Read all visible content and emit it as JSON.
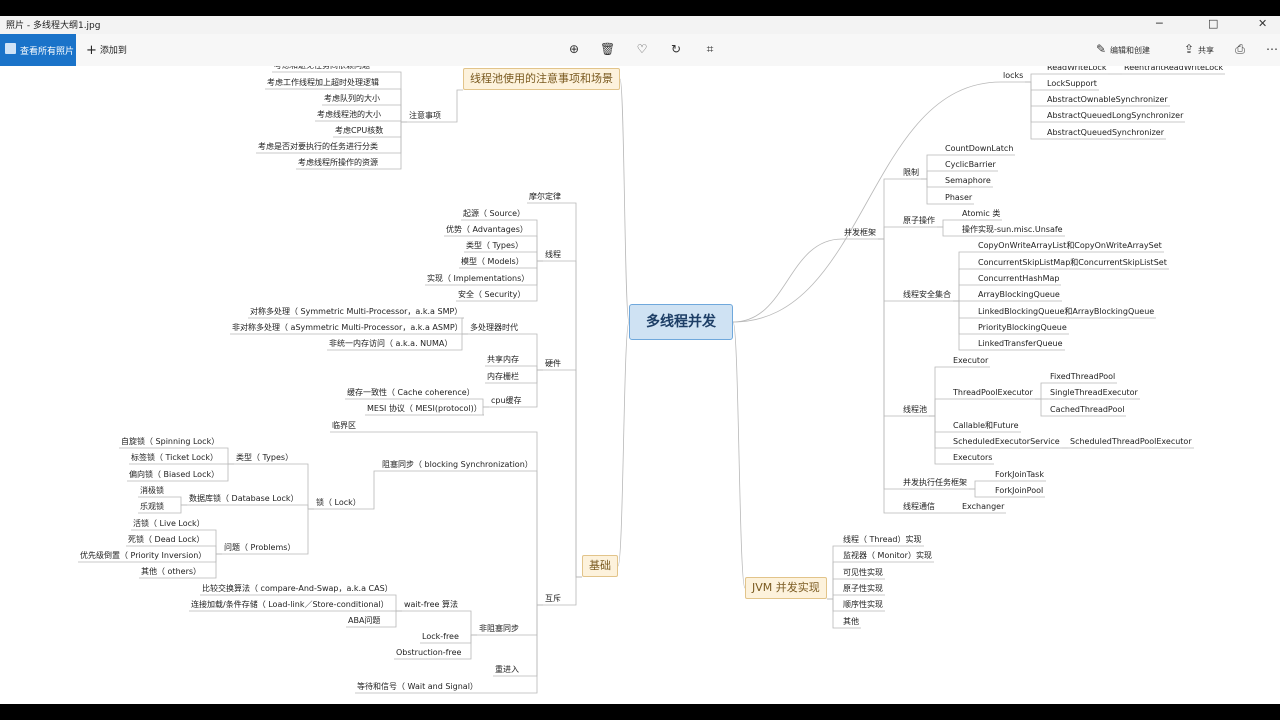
{
  "window": {
    "title": "照片 - 多线程大纲1.jpg",
    "controls": [
      "─",
      "□",
      "✕"
    ]
  },
  "toolbar": {
    "view_all_label": "查看所有照片",
    "add_label": "添加到",
    "edit_create_label": "编辑和创建",
    "share_label": "共享",
    "icons": [
      "zoom-in-icon",
      "delete-icon",
      "favorite-icon",
      "rotate-icon",
      "crop-icon",
      "edit-icon",
      "share-icon",
      "print-icon",
      "more-icon"
    ]
  },
  "mindmap": {
    "root": "多线程并发",
    "colors": {
      "root_fill": "#cfe2f3",
      "root_border": "#6fa8dc",
      "branch_fill": "#fdf2dc",
      "branch_border": "#e2c48a",
      "line": "#b8b8b8"
    },
    "nodes": [
      {
        "id": "root",
        "text": "多线程并发"
      },
      {
        "id": "pool_notes",
        "text": "线程池使用的注意事项和场景"
      },
      {
        "id": "basics",
        "text": "基础"
      },
      {
        "id": "jvm",
        "text": "JVM 并发实现"
      },
      {
        "id": "pn_top",
        "text": "考虑和避免任务间依赖问题"
      },
      {
        "id": "pn_1",
        "text": "考虑工作线程加上超时处理逻辑"
      },
      {
        "id": "pn_2",
        "text": "考虑队列的大小"
      },
      {
        "id": "pn_3",
        "text": "考虑线程池的大小"
      },
      {
        "id": "pn_4",
        "text": "考虑CPU核数"
      },
      {
        "id": "pn_5",
        "text": "考虑是否对要执行的任务进行分类"
      },
      {
        "id": "pn_6",
        "text": "考虑线程所操作的资源"
      },
      {
        "id": "pn_notes",
        "text": "注意事项"
      },
      {
        "id": "moore",
        "text": "摩尔定律"
      },
      {
        "id": "thread",
        "text": "线程"
      },
      {
        "id": "t1",
        "text": "起源（ Source）"
      },
      {
        "id": "t2",
        "text": "优势（ Advantages）"
      },
      {
        "id": "t3",
        "text": "类型（ Types）"
      },
      {
        "id": "t4",
        "text": "模型（ Models）"
      },
      {
        "id": "t5",
        "text": "实现（ Implementations）"
      },
      {
        "id": "t6",
        "text": "安全（ Security）"
      },
      {
        "id": "hw",
        "text": "硬件"
      },
      {
        "id": "mp",
        "text": "多处理器时代"
      },
      {
        "id": "smp",
        "text": "对称多处理（ Symmetric Multi-Processor，a.k.a SMP）"
      },
      {
        "id": "asmp",
        "text": "非对称多处理（ aSymmetric Multi-Processor，a.k.a ASMP）"
      },
      {
        "id": "numa",
        "text": "非统一内存访问（ a.k.a. NUMA）"
      },
      {
        "id": "shmem",
        "text": "共享内存"
      },
      {
        "id": "membar",
        "text": "内存栅栏"
      },
      {
        "id": "cpucache",
        "text": "cpu缓存"
      },
      {
        "id": "coh",
        "text": "缓存一致性（ Cache coherence）"
      },
      {
        "id": "mesi",
        "text": "MESI 协议（ MESI(protocol)）"
      },
      {
        "id": "crit",
        "text": "临界区"
      },
      {
        "id": "block",
        "text": "阻塞同步（ blocking Synchronization）"
      },
      {
        "id": "lock",
        "text": "锁（ Lock）"
      },
      {
        "id": "ltypes",
        "text": "类型（ Types）"
      },
      {
        "id": "spin",
        "text": "自旋锁（ Spinning Lock）"
      },
      {
        "id": "ticket",
        "text": "标签锁（ Ticket Lock）"
      },
      {
        "id": "biased",
        "text": "偏向锁（ Biased Lock）"
      },
      {
        "id": "dblock",
        "text": "数据库锁（ Database Lock）"
      },
      {
        "id": "pess",
        "text": "消极锁"
      },
      {
        "id": "opt",
        "text": "乐观锁"
      },
      {
        "id": "problems",
        "text": "问题（ Problems）"
      },
      {
        "id": "live",
        "text": "活锁（ Live Lock）"
      },
      {
        "id": "dead",
        "text": "死锁（ Dead Lock）"
      },
      {
        "id": "prio",
        "text": "优先级倒置（ Priority Inversion）"
      },
      {
        "id": "others",
        "text": "其他（ others）"
      },
      {
        "id": "mutex",
        "text": "互斥"
      },
      {
        "id": "nonblock",
        "text": "非阻塞同步"
      },
      {
        "id": "waitfree",
        "text": "wait-free 算法"
      },
      {
        "id": "cas",
        "text": "比较交换算法（ compare-And-Swap，a.k.a CAS）"
      },
      {
        "id": "llsc",
        "text": "连接加载/条件存储（ Load-link／Store-conditional）"
      },
      {
        "id": "aba",
        "text": "ABA问题"
      },
      {
        "id": "lockfree",
        "text": "Lock-free"
      },
      {
        "id": "obstr",
        "text": "Obstruction-free"
      },
      {
        "id": "reent",
        "text": "重进入"
      },
      {
        "id": "waitsig",
        "text": "等待和信号（ Wait and Signal）"
      },
      {
        "id": "rwlock",
        "text": "ReadWriteLock"
      },
      {
        "id": "rrwl",
        "text": "ReentrantReadWriteLock"
      },
      {
        "id": "locks",
        "text": "locks"
      },
      {
        "id": "locksupport",
        "text": "LockSupport"
      },
      {
        "id": "aos",
        "text": "AbstractOwnableSynchronizer"
      },
      {
        "id": "aqls",
        "text": "AbstractQueuedLongSynchronizer"
      },
      {
        "id": "aqs",
        "text": "AbstractQueuedSynchronizer"
      },
      {
        "id": "limit",
        "text": "限制"
      },
      {
        "id": "cdl",
        "text": "CountDownLatch"
      },
      {
        "id": "cb",
        "text": "CyclicBarrier"
      },
      {
        "id": "sem",
        "text": "Semaphore"
      },
      {
        "id": "phaser",
        "text": "Phaser"
      },
      {
        "id": "fw",
        "text": "并发框架"
      },
      {
        "id": "atomicop",
        "text": "原子操作"
      },
      {
        "id": "atomiccls",
        "text": "Atomic 类"
      },
      {
        "id": "atomicimpl",
        "text": "操作实现-sun.misc.Unsafe"
      },
      {
        "id": "tscoll",
        "text": "线程安全集合"
      },
      {
        "id": "c1",
        "text": "CopyOnWriteArrayList和CopyOnWriteArraySet"
      },
      {
        "id": "c2",
        "text": "ConcurrentSkipListMap和ConcurrentSkipListSet"
      },
      {
        "id": "c3",
        "text": "ConcurrentHashMap"
      },
      {
        "id": "c4",
        "text": "ArrayBlockingQueue"
      },
      {
        "id": "c5",
        "text": "LinkedBlockingQueue和ArrayBlockingQueue"
      },
      {
        "id": "c6",
        "text": "PriorityBlockingQueue"
      },
      {
        "id": "c7",
        "text": "LinkedTransferQueue"
      },
      {
        "id": "tpool",
        "text": "线程池"
      },
      {
        "id": "executor",
        "text": "Executor"
      },
      {
        "id": "tpe",
        "text": "ThreadPoolExecutor"
      },
      {
        "id": "ftp",
        "text": "FixedThreadPool"
      },
      {
        "id": "ste",
        "text": "SingleThreadExecutor"
      },
      {
        "id": "ctp",
        "text": "CachedThreadPool"
      },
      {
        "id": "callable",
        "text": "Callable和Future"
      },
      {
        "id": "ses",
        "text": "ScheduledExecutorService"
      },
      {
        "id": "stpe",
        "text": "ScheduledThreadPoolExecutor"
      },
      {
        "id": "executors",
        "text": "Executors"
      },
      {
        "id": "pexec",
        "text": "并发执行任务框架"
      },
      {
        "id": "fjt",
        "text": "ForkJoinTask"
      },
      {
        "id": "fjp",
        "text": "ForkJoinPool"
      },
      {
        "id": "tcomm",
        "text": "线程通信"
      },
      {
        "id": "exch",
        "text": "Exchanger"
      },
      {
        "id": "j1",
        "text": "线程（ Thread）实现"
      },
      {
        "id": "j2",
        "text": "监视器（ Monitor）实现"
      },
      {
        "id": "j3",
        "text": "可见性实现"
      },
      {
        "id": "j4",
        "text": "原子性实现"
      },
      {
        "id": "j5",
        "text": "顺序性实现"
      },
      {
        "id": "j6",
        "text": "其他"
      }
    ]
  }
}
